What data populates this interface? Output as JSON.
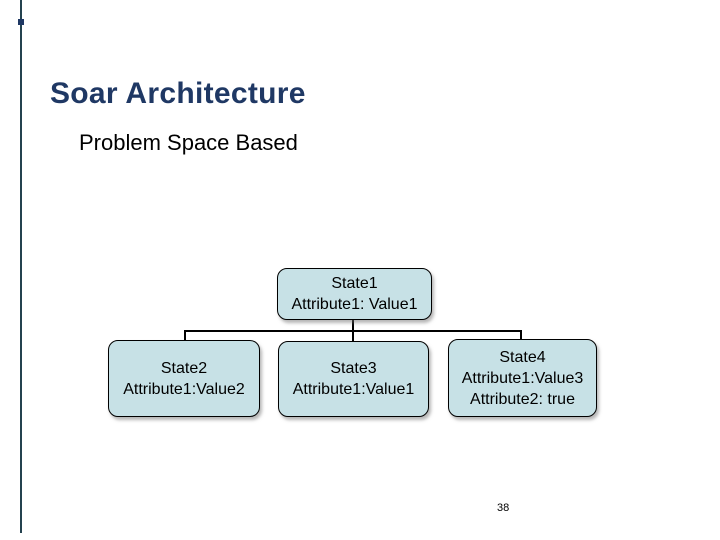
{
  "slide": {
    "title": "Soar Architecture",
    "subtitle": "Problem Space Based",
    "page_number": "38"
  },
  "diagram": {
    "type": "tree",
    "nodes": {
      "root": {
        "lines": [
          "State1",
          "Attribute1: Value1"
        ]
      },
      "child1": {
        "lines": [
          "State2",
          "Attribute1:Value2"
        ]
      },
      "child2": {
        "lines": [
          "State3",
          "Attribute1:Value1"
        ]
      },
      "child3": {
        "lines": [
          "State4",
          "Attribute1:Value3",
          "Attribute2: true"
        ]
      }
    }
  },
  "colors": {
    "title_text": "#1f3864",
    "body_text": "#000000",
    "box_fill": "#c7e1e6",
    "box_border": "#000000",
    "connector": "#000000",
    "left_rule": "#24424f",
    "accent_dot": "#1f3864"
  }
}
